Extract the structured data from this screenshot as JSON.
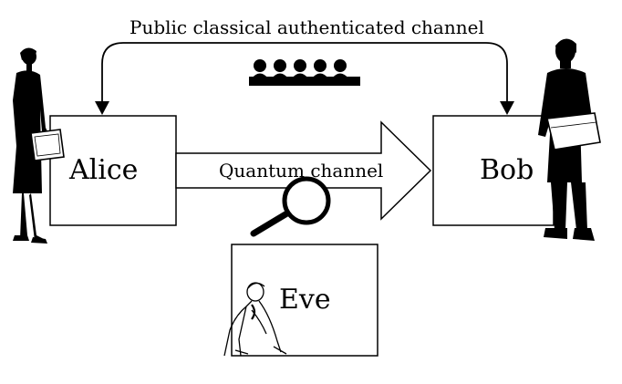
{
  "labels": {
    "public_channel": "Public classical authenticated channel",
    "quantum_channel": "Quantum channel",
    "alice": "Alice",
    "bob": "Bob",
    "eve": "Eve"
  },
  "icons": {
    "public_audience": "audience-icon",
    "magnifier": "magnifying-glass-icon",
    "alice_figure": "woman-silhouette-icon",
    "bob_figure": "man-silhouette-icon",
    "eve_figure": "eavesdropper-figure-icon"
  },
  "colors": {
    "ink": "#000000",
    "background": "#ffffff"
  }
}
